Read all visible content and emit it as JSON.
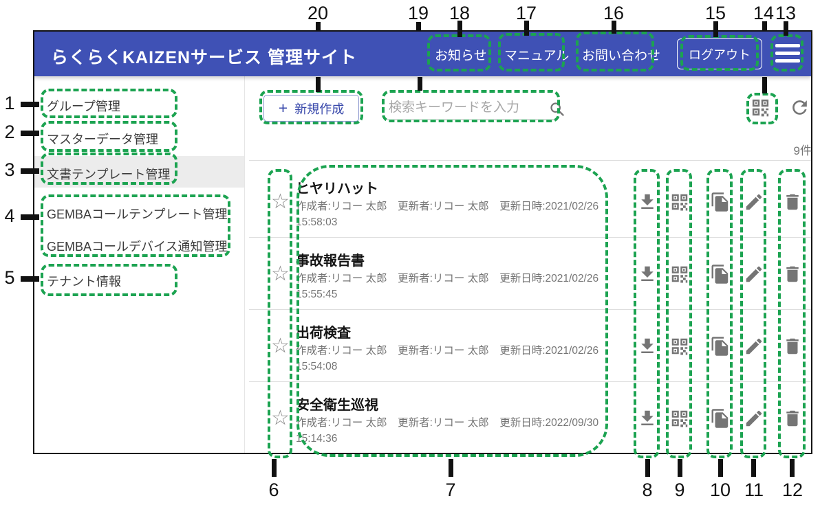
{
  "header": {
    "title": "らくらくKAIZENサービス 管理サイト",
    "nav": [
      {
        "label": "お知らせ"
      },
      {
        "label": "マニュアル"
      },
      {
        "label": "お問い合わせ"
      }
    ],
    "logout_label": "ログアウト",
    "menu_icon": "hamburger-icon"
  },
  "sidebar": {
    "items": [
      {
        "label": "グループ管理",
        "selected": false
      },
      {
        "label": "マスターデータ管理",
        "selected": false
      },
      {
        "label": "文書テンプレート管理",
        "selected": true
      },
      {
        "label": "GEMBAコールテンプレート管理",
        "selected": false
      },
      {
        "label": "GEMBAコールデバイス通知管理",
        "selected": false
      },
      {
        "label": "テナント情報",
        "selected": false
      }
    ]
  },
  "toolbar": {
    "new_button_plus": "+",
    "new_button_label": "新規作成",
    "search_placeholder": "検索キーワードを入力",
    "icons": [
      "search-icon",
      "qr-code-icon",
      "refresh-icon"
    ],
    "count": "9件"
  },
  "list": {
    "rows": [
      {
        "title": "ヒヤリハット",
        "meta": "作成者:リコー 太郎　更新者:リコー 太郎　更新日時:2021/02/26",
        "time": "15:58:03"
      },
      {
        "title": "事故報告書",
        "meta": "作成者:リコー 太郎　更新者:リコー 太郎　更新日時:2021/02/26",
        "time": "15:55:45"
      },
      {
        "title": "出荷検査",
        "meta": "作成者:リコー 太郎　更新者:リコー 太郎　更新日時:2021/02/26",
        "time": "15:54:08"
      },
      {
        "title": "安全衛生巡視",
        "meta": "作成者:リコー 太郎　更新者:リコー 太郎　更新日時:2022/09/30",
        "time": "15:14:36"
      }
    ],
    "row_icons": [
      "star-icon",
      "download-icon",
      "qr-code-icon",
      "copy-icon",
      "edit-pencil-icon",
      "trash-icon"
    ]
  },
  "colors": {
    "header_bg": "#3F51B5",
    "accent_blue": "#3949AB",
    "annotation_green": "#1CA351",
    "icon_gray": "#757575"
  },
  "annotations": {
    "labels": [
      "1",
      "2",
      "3",
      "4",
      "5",
      "6",
      "7",
      "8",
      "9",
      "10",
      "11",
      "12",
      "13",
      "14",
      "15",
      "16",
      "17",
      "18",
      "19",
      "20"
    ]
  }
}
